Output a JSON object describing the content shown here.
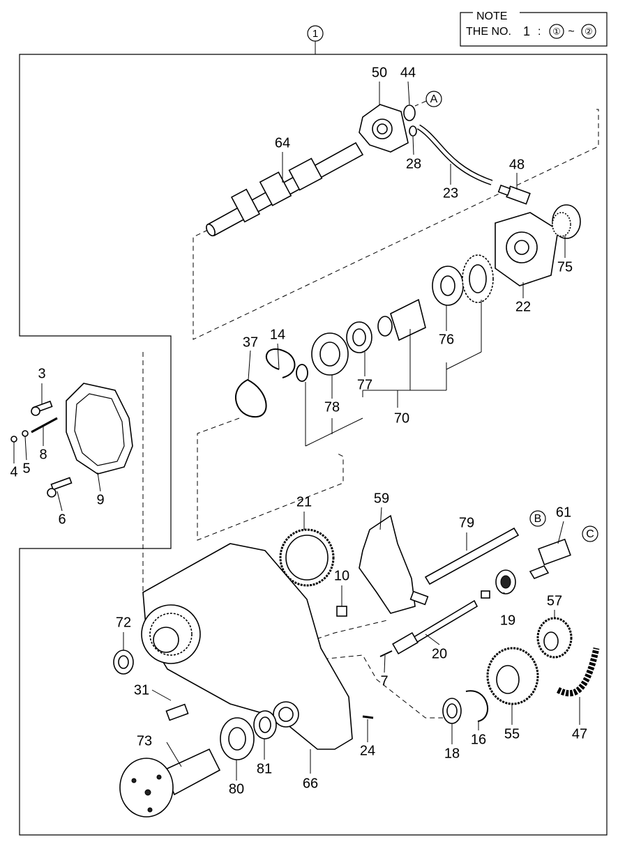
{
  "note": {
    "header": "NOTE",
    "line_prefix": "THE NO.",
    "line_number": "1",
    "line_colon": ":",
    "range_start": "①",
    "range_sep": "~",
    "range_end": "②"
  },
  "group_marker": "1",
  "ref_letters": {
    "a": "A",
    "b": "B",
    "c": "C"
  },
  "part_labels": {
    "p3": "3",
    "p4": "4",
    "p5": "5",
    "p6": "6",
    "p7": "7",
    "p8": "8",
    "p9": "9",
    "p10": "10",
    "p14": "14",
    "p16": "16",
    "p18": "18",
    "p19": "19",
    "p20": "20",
    "p21": "21",
    "p22": "22",
    "p23": "23",
    "p24": "24",
    "p28": "28",
    "p31": "31",
    "p37": "37",
    "p44": "44",
    "p47": "47",
    "p48": "48",
    "p50": "50",
    "p55": "55",
    "p57": "57",
    "p59": "59",
    "p61": "61",
    "p64": "64",
    "p66": "66",
    "p70": "70",
    "p72": "72",
    "p73": "73",
    "p75": "75",
    "p76": "76",
    "p77": "77",
    "p78": "78",
    "p79": "79",
    "p80": "80",
    "p81": "81"
  }
}
